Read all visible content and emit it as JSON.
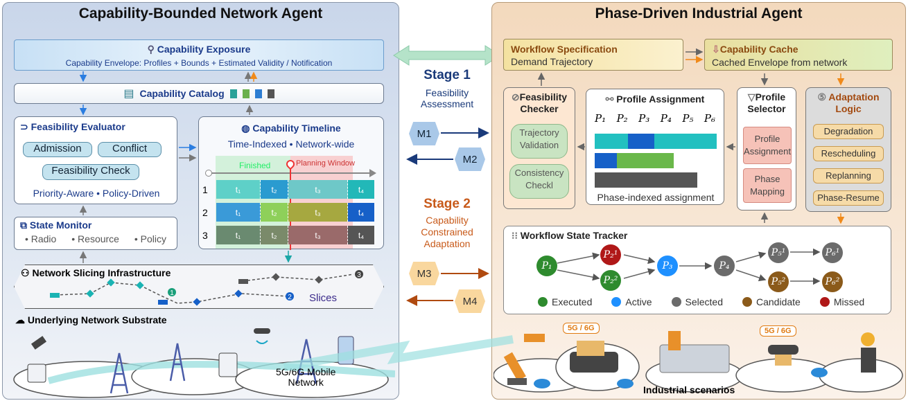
{
  "left": {
    "title": "Capability-Bounded Network Agent",
    "exposure_title": "Capability Exposure",
    "exposure_sub": "Capability Envelope: Profiles + Bounds + Estimated Validity  / Notification",
    "catalog": "Capability Catalog",
    "fe_title": "Feasibility Evaluator",
    "fe_admission": "Admission",
    "fe_conflict": "Conflict",
    "fe_check": "Feasibility Check",
    "fe_footer": "Priority-Aware • Policy-Driven",
    "tl_title": "Capability Timeline",
    "tl_sub": "Time-Indexed • Network-wide",
    "tl_finished": "Finished",
    "tl_planning": "Planning Window",
    "tl_rows": [
      {
        "id": "1",
        "cells": [
          "t₁",
          "t₂",
          "t₃",
          "t₄"
        ]
      },
      {
        "id": "2",
        "cells": [
          "t₁",
          "t₂",
          "t₃",
          "t₄"
        ]
      },
      {
        "id": "3",
        "cells": [
          "t₁",
          "t₂",
          "t₃",
          "t₄"
        ]
      }
    ],
    "sm_title": "State Monitor",
    "sm_items": [
      "• Radio",
      "• Resource",
      "• Policy"
    ],
    "slicing": "Network Slicing Infrastructure",
    "slices": "Slices",
    "slice_nums": [
      "1",
      "2",
      "3"
    ],
    "substrate": "Underlying Network Substrate",
    "mobile": "5G/6G  Mobile\nNetwork"
  },
  "middle": {
    "stage1": "Stage 1",
    "stage1_sub": "Feasibility\nAssessment",
    "stage2": "Stage 2",
    "stage2_sub": "Capability\nConstrained\nAdaptation",
    "m": [
      "M1",
      "M2",
      "M3",
      "M4"
    ]
  },
  "right": {
    "title": "Phase-Driven Industrial Agent",
    "ws_title": "Workflow Specification",
    "ws_sub": "Demand Trajectory",
    "cc_title": "Capability Cache",
    "cc_sub": "Cached Envelope from network",
    "fc_title": "Feasibility\nChecker",
    "fc_items": [
      "Trajectory\nValidation",
      "Consistency\nCheckl"
    ],
    "pa_title": "Profile Assignment",
    "pa_labels": [
      "P₁",
      "P₂",
      "P₃",
      "P₄",
      "P₅",
      "P₆"
    ],
    "pa_footer": "Phase-indexed assignment",
    "ps_title": "Profile\nSelector",
    "ps_items": [
      "Profile\nAssignment",
      "Phase\nMapping"
    ],
    "al_title": "Adaptation\nLogic",
    "al_items": [
      "Degradation",
      "Rescheduling",
      "Replanning",
      "Phase-Resume"
    ],
    "wst_title": "Workflow State Tracker",
    "nodes": [
      "P₁",
      "P₂¹",
      "P₂²",
      "P₃",
      "P₄",
      "P₅¹",
      "P₅²",
      "P₆¹",
      "P₆²"
    ],
    "legend": [
      "Executed",
      "Active",
      "Selected",
      "Candidate",
      "Missed"
    ],
    "colors": {
      "executed": "#2e8b2e",
      "active": "#1e90ff",
      "selected": "#6b6b6b",
      "candidate": "#8b5a1a",
      "missed": "#b01818"
    },
    "badge": "5G / 6G",
    "industrial": "Industrial scenarios"
  }
}
